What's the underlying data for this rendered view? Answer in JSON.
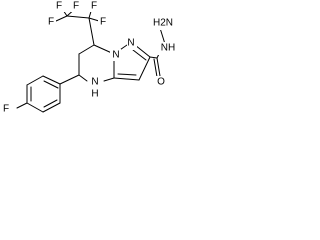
{
  "structure": {
    "atoms": {
      "f_top_left": "F",
      "f_top_mid": "F",
      "f_top_right": "F",
      "f_mid_left": "F",
      "f_mid_right": "F",
      "f_aryl": "F",
      "n_bridge": "N",
      "n_pyrazole": "N",
      "nh_ring": "N",
      "h_ring": "H",
      "h2n": "H2N",
      "nh_amide": "NH",
      "o_carbonyl": "O"
    }
  }
}
